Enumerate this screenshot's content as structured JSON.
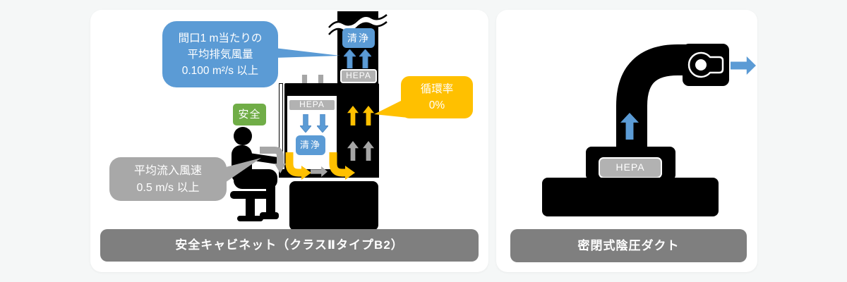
{
  "palette": {
    "background": "#f5f7f7",
    "panel": "#ffffff",
    "structure_black": "#000000",
    "accent_blue": "#5b9bd5",
    "accent_yellow": "#ffc000",
    "accent_green": "#70ad47",
    "arrow_gray": "#a6a6a6",
    "hepa_gray": "#b2b2b2",
    "bubble_gray": "#a8a8a8",
    "caption_gray": "#7f7f7f"
  },
  "left_panel": {
    "caption": "安全キャビネット（クラスⅡタイプB2）",
    "exhaust_bubble": {
      "lines": [
        "間口1 m当たりの",
        "平均排気風量",
        "0.100 m²/s 以上"
      ]
    },
    "inflow_bubble": {
      "lines": [
        "平均流入風速",
        "0.5 m/s 以上"
      ]
    },
    "recirculation_callout": {
      "lines": [
        "循環率",
        "0%"
      ]
    },
    "safety_label": "安全",
    "exhaust_duct": {
      "hepa_label": "HEPA",
      "clean_label": "清浄"
    },
    "work_chamber": {
      "hepa_label": "HEPA",
      "clean_label": "清浄"
    }
  },
  "right_panel": {
    "caption": "密閉式陰圧ダクト",
    "hepa_label": "HEPA"
  }
}
